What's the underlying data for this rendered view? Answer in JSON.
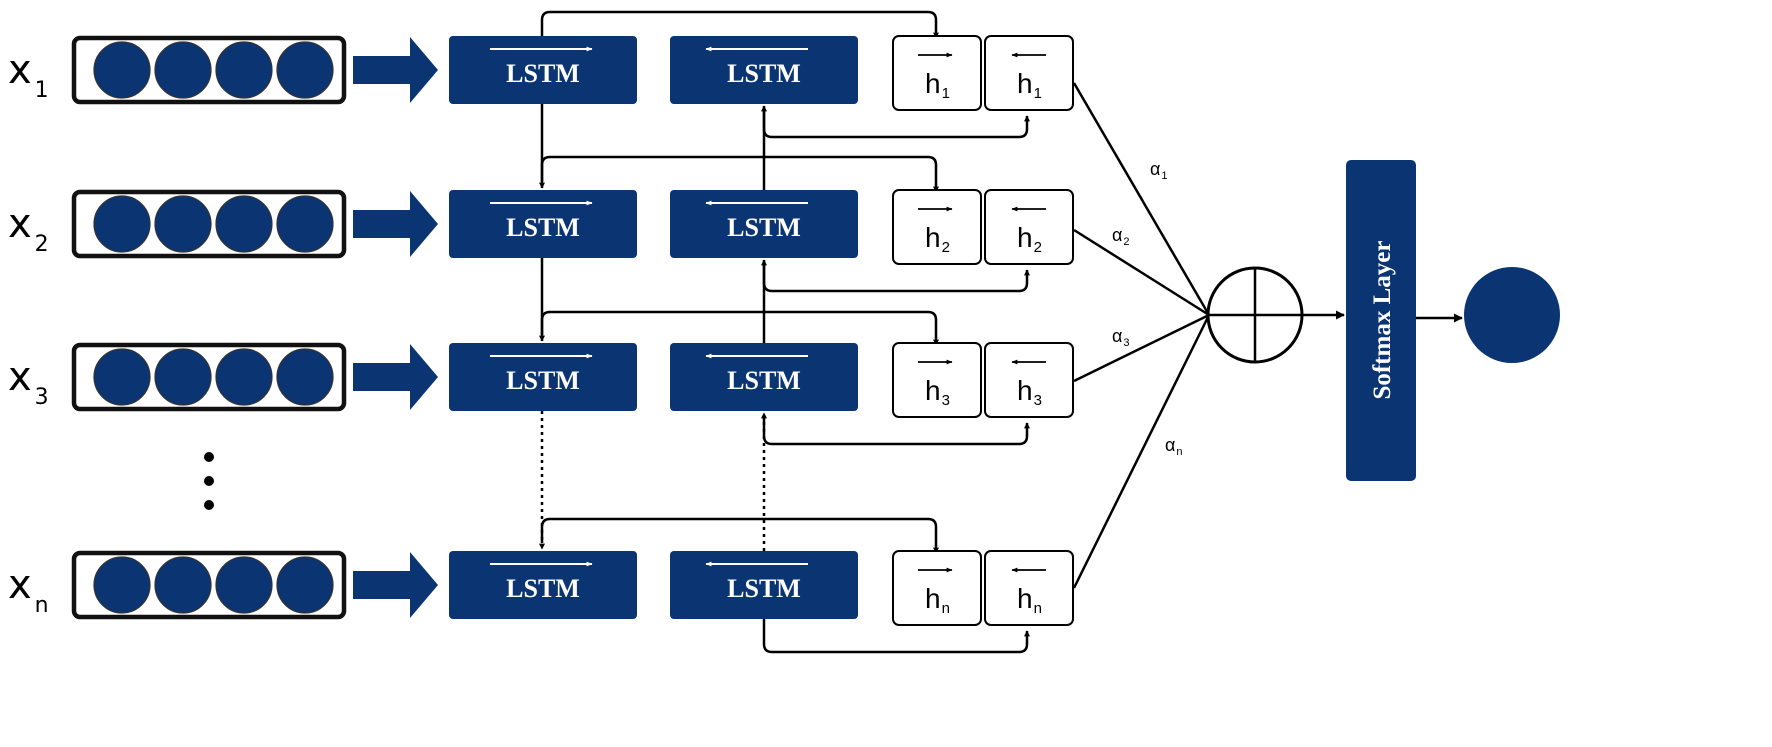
{
  "colors": {
    "navy": "#0b3472",
    "line": "#000000",
    "box_fill": "#ffffff"
  },
  "cell_label": "LSTM",
  "hidden_letter": "h",
  "alpha_letter": "α",
  "x_letter": "x",
  "softmax_label": "Softmax Layer",
  "ellipsis": "vertical-dots",
  "rows": [
    {
      "sub": "1"
    },
    {
      "sub": "2"
    },
    {
      "sub": "3"
    },
    {
      "sub": "n"
    }
  ],
  "alpha_subs": [
    "1",
    "2",
    "3",
    "n"
  ],
  "icons": [
    "concat-plus-circle-icon",
    "block-arrow-icon",
    "direction-arrow-icon",
    "output-node-icon"
  ]
}
